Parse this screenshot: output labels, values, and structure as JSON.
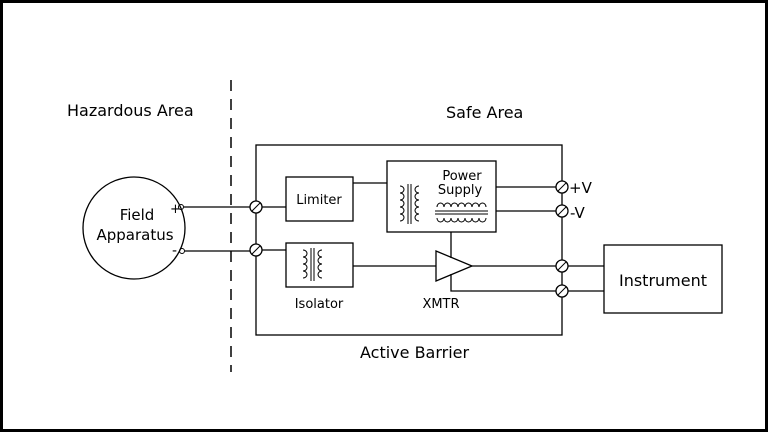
{
  "labels": {
    "hazardous_area": "Hazardous Area",
    "safe_area": "Safe Area",
    "field_line1": "Field",
    "field_line2": "Apparatus",
    "plus": "+",
    "minus": "-",
    "limiter": "Limiter",
    "power_line1": "Power",
    "power_line2": "Supply",
    "isolator": "Isolator",
    "xmtr": "XMTR",
    "plus_v": "+V",
    "minus_v": "-V",
    "instrument": "Instrument",
    "active_barrier": "Active Barrier"
  },
  "colors": {
    "ink": "#000000",
    "background": "#ffffff"
  }
}
